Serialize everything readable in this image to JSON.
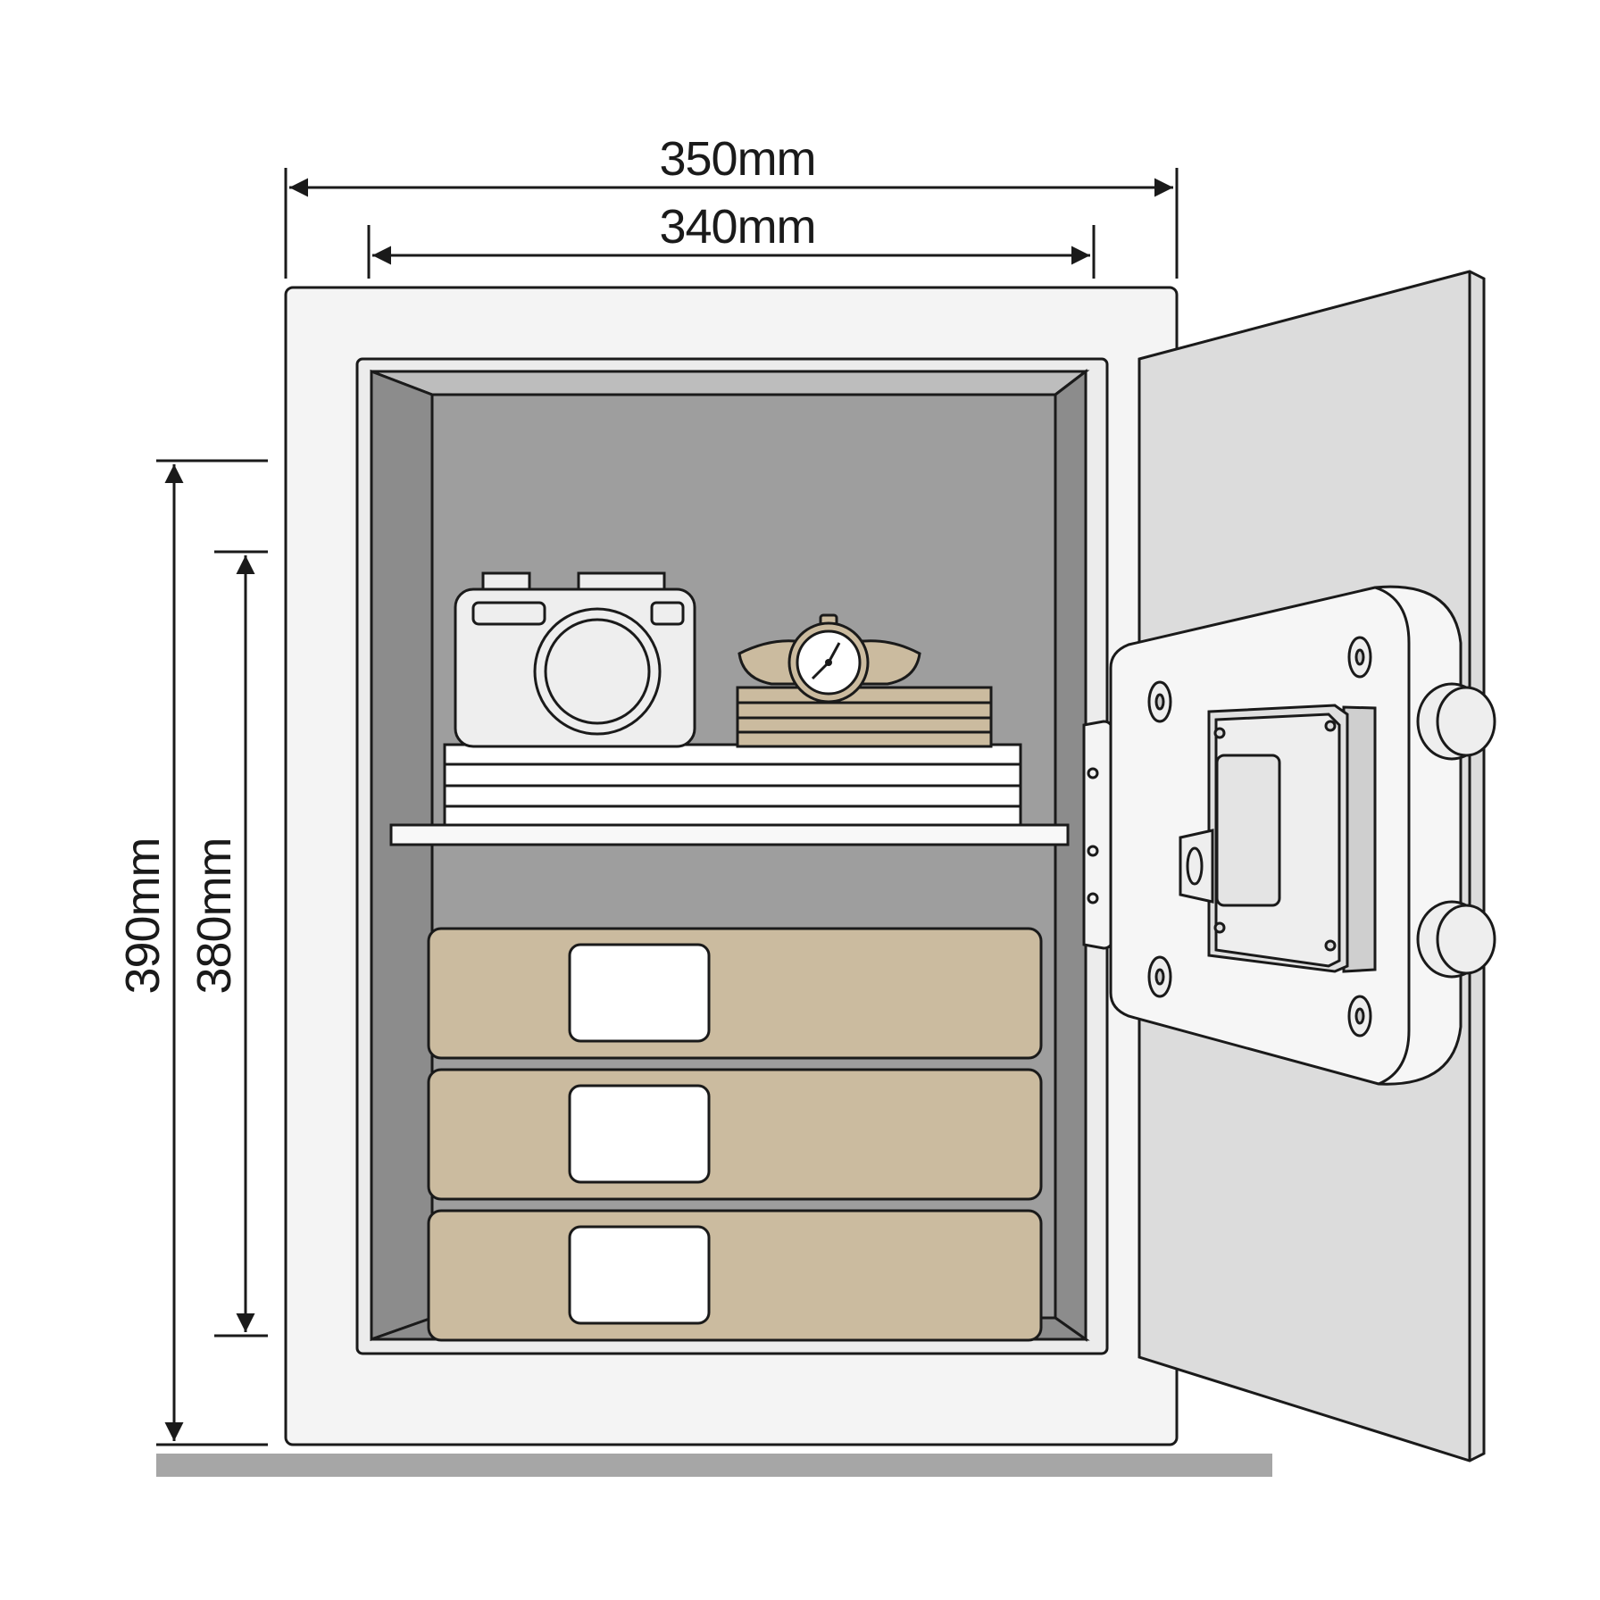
{
  "dimensions": {
    "outer_width": "350mm",
    "inner_width": "340mm",
    "outer_height": "390mm",
    "inner_height": "380mm"
  },
  "colors": {
    "outline": "#1a1a1a",
    "cabinet": "#f4f4f4",
    "interior_back": "#9e9e9e",
    "interior_side": "#8c8c8c",
    "door": "#dcdcdc",
    "lock_panel": "#f6f6f6",
    "folder": "#cbbb9f",
    "floor": "#a6a6a6"
  }
}
